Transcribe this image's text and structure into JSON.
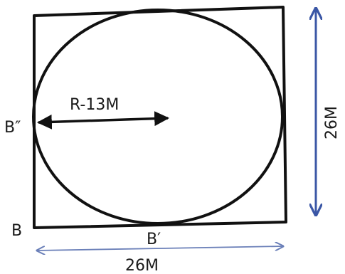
{
  "labels": {
    "radius": "R-13M",
    "point_b_double_prime": "B″",
    "point_b": "B",
    "point_b_prime": "B′",
    "width": "26M",
    "height": "26M"
  },
  "colors": {
    "stroke": "#111111",
    "dimension_horizontal": "#6a7fb8",
    "dimension_vertical": "#3b57a6"
  }
}
